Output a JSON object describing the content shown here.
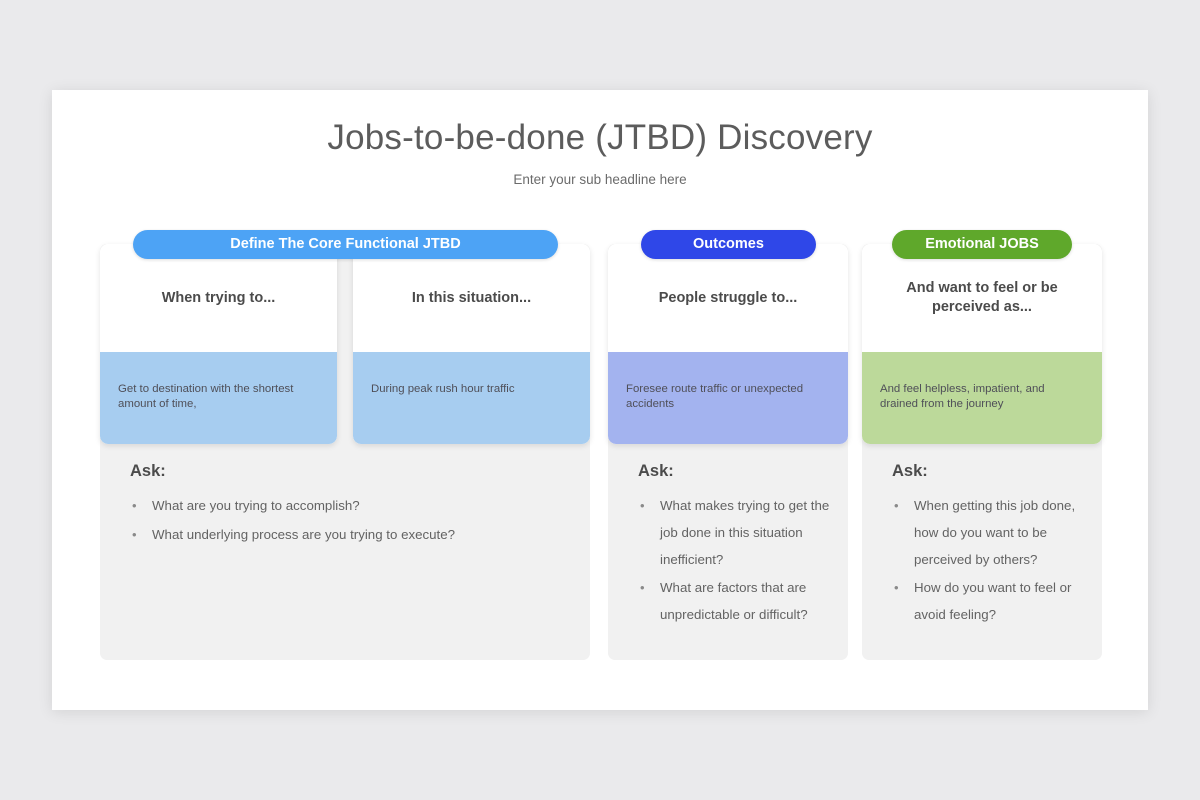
{
  "slide": {
    "title": "Jobs-to-be-done (JTBD) Discovery",
    "subtitle": "Enter your sub headline here"
  },
  "colors": {
    "pill_blue": "#4da3f5",
    "pill_indigo": "#2f47e8",
    "pill_green": "#5fa82b",
    "body_blue": "#a7cdf0",
    "body_indigo": "#a3b3ef",
    "body_green": "#bcd99a",
    "panel_gray": "#f1f1f1",
    "page_background": "#eaeaec"
  },
  "groups": [
    {
      "pill_label": "Define The Core Functional JTBD",
      "ask_label": "Ask:",
      "cards": [
        {
          "heading": "When trying to...",
          "body": "Get to destination with the shortest amount of time,"
        },
        {
          "heading": "In this situation...",
          "body": "During peak rush hour traffic"
        }
      ],
      "questions": [
        "What are you trying to accomplish?",
        "What underlying process are you trying to execute?"
      ]
    },
    {
      "pill_label": "Outcomes",
      "ask_label": "Ask:",
      "cards": [
        {
          "heading": "People struggle to...",
          "body": "Foresee route traffic or unexpected accidents"
        }
      ],
      "questions": [
        "What makes trying to get the job done in this situation inefficient?",
        "What are factors that are unpredictable or difficult?"
      ]
    },
    {
      "pill_label": "Emotional JOBS",
      "ask_label": "Ask:",
      "cards": [
        {
          "heading": "And want to feel or be perceived as...",
          "body": "And feel helpless, impatient, and drained from the journey"
        }
      ],
      "questions": [
        "When getting this job done, how do you want to be perceived by others?",
        "How do you want to feel or avoid feeling?"
      ]
    }
  ]
}
